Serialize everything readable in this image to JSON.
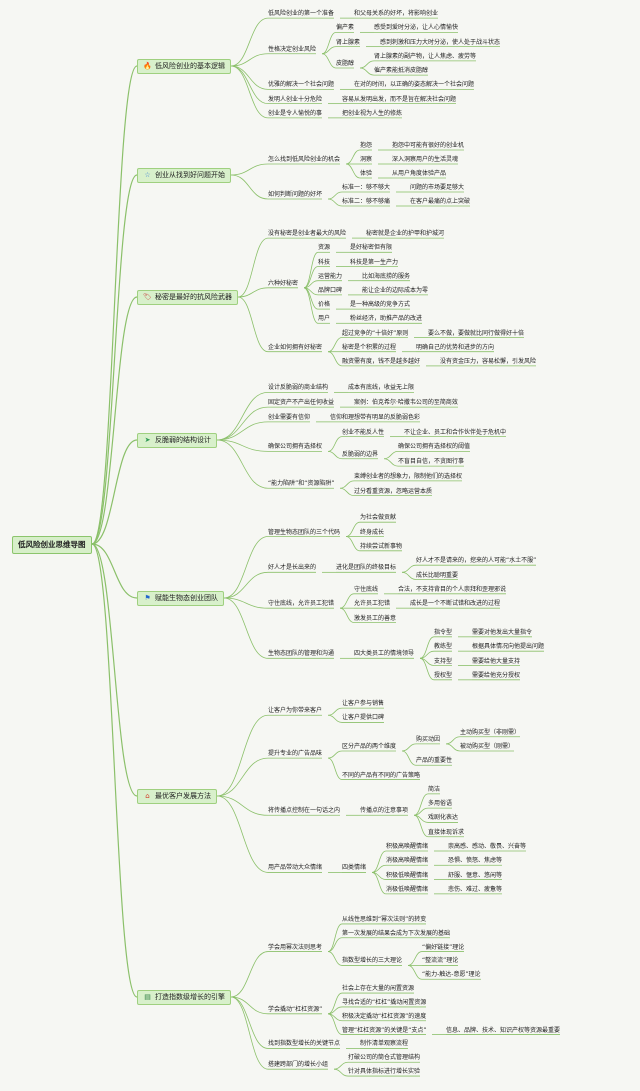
{
  "root": "低风险创业思维导图",
  "branches": [
    {
      "label": "低风险创业的基本逻辑",
      "icon": "fire-icon",
      "children": [
        {
          "text": "低风险创业的第一个准备",
          "children": [
            {
              "text": "和父母关系的好坏，将影响创业"
            }
          ]
        },
        {
          "text": "性格决定创业风险",
          "children": [
            {
              "text": "偏产素",
              "children": [
                {
                  "text": "感受到爱时分泌，让人心情愉快"
                }
              ]
            },
            {
              "text": "肾上腺素",
              "children": [
                {
                  "text": "感到刺激和压力大时分泌，使人处于战斗状态"
                }
              ]
            },
            {
              "text": "皮脂醇",
              "children": [
                {
                  "text": "肾上腺素的副产物，让人焦虑、疲劳等"
                },
                {
                  "text": "催产素能抵消皮脂醇"
                }
              ]
            }
          ]
        },
        {
          "text": "优雅的解决一个社会问题",
          "children": [
            {
              "text": "在对的时间，以正确的姿态解决一个社会问题"
            }
          ]
        },
        {
          "text": "发明人创业十分危险",
          "children": [
            {
              "text": "容易从发明出发，而不是旨在解决社会问题"
            }
          ]
        },
        {
          "text": "创业是令人愉悦的事",
          "children": [
            {
              "text": "把创业视为人生的修炼"
            }
          ]
        }
      ]
    },
    {
      "label": "创业从找到好问题开始",
      "icon": "star-icon",
      "children": [
        {
          "text": "怎么找到低风险创业的机会",
          "children": [
            {
              "text": "抱怨",
              "children": [
                {
                  "text": "抱怨中可能有很好的创业机"
                }
              ]
            },
            {
              "text": "洞察",
              "children": [
                {
                  "text": "深入洞察用户的生活灵魂"
                }
              ]
            },
            {
              "text": "体验",
              "children": [
                {
                  "text": "从用户角度体验产品"
                }
              ]
            }
          ]
        },
        {
          "text": "如何判断问题的好坏",
          "children": [
            {
              "text": "标准一：够不够大",
              "children": [
                {
                  "text": "问题的市场要足够大"
                }
              ]
            },
            {
              "text": "标准二：够不够痛",
              "children": [
                {
                  "text": "在客户最痛的点上突破"
                }
              ]
            }
          ]
        }
      ]
    },
    {
      "label": "秘密是最好的抗风险武器",
      "icon": "tag-icon",
      "children": [
        {
          "text": "没有秘密是创业者最大的风险",
          "children": [
            {
              "text": "秘密就是企业的护甲和护城河"
            }
          ]
        },
        {
          "text": "六种好秘密",
          "children": [
            {
              "text": "资源",
              "children": [
                {
                  "text": "是好秘密但有限"
                }
              ]
            },
            {
              "text": "科技",
              "children": [
                {
                  "text": "科技是第一生产力"
                }
              ]
            },
            {
              "text": "运营能力",
              "children": [
                {
                  "text": "比如海底捞的服务"
                }
              ]
            },
            {
              "text": "品牌口碑",
              "children": [
                {
                  "text": "能让企业的边际成本为零"
                }
              ]
            },
            {
              "text": "价格",
              "children": [
                {
                  "text": "是一种高级的竞争方式"
                }
              ]
            },
            {
              "text": "用户",
              "children": [
                {
                  "text": "粉丝经济，助推产品的改进"
                }
              ]
            }
          ]
        },
        {
          "text": "企业如何拥有好秘密",
          "children": [
            {
              "text": "超过竞争的“十倍好”原则",
              "children": [
                {
                  "text": "要么不做，要做就比同行做得好十倍"
                }
              ]
            },
            {
              "text": "秘密是个积累的过程",
              "children": [
                {
                  "text": "明确自己的优势和进步的方向"
                }
              ]
            },
            {
              "text": "融资需有度，钱不是越多越好",
              "children": [
                {
                  "text": "没有资金压力，容易松懈，引发风险"
                }
              ]
            }
          ]
        }
      ]
    },
    {
      "label": "反脆弱的结构设计",
      "icon": "send-icon",
      "children": [
        {
          "text": "设计反脆弱的商业结构",
          "children": [
            {
              "text": "成本有底线，收益无上限"
            }
          ]
        },
        {
          "text": "固定资产不产出任何收益",
          "children": [
            {
              "text": "案例：伯克希尔·哈撒韦公司的至简商效"
            }
          ]
        },
        {
          "text": "创业需要有信仰",
          "children": [
            {
              "text": "信仰和理想带有明显的反脆弱色彩"
            }
          ]
        },
        {
          "text": "确保公司拥有选择权",
          "children": [
            {
              "text": "创业不能反人性",
              "children": [
                {
                  "text": "不让企业、员工和合作伙伴处于危机中"
                }
              ]
            },
            {
              "text": "反脆弱的边界",
              "children": [
                {
                  "text": "确保公司拥有选择权的阈值"
                },
                {
                  "text": "不盲目自信，不贪图行事"
                }
              ]
            }
          ]
        },
        {
          "text": "“能力陷阱”和“资源陷阱”",
          "children": [
            {
              "text": "束缚创业者的想象力，限制他们的选择权"
            },
            {
              "text": "过分看重资源，忽略运营本质"
            }
          ]
        }
      ]
    },
    {
      "label": "赋能生物态创业团队",
      "icon": "flag-icon",
      "children": [
        {
          "text": "管理生物态团队的三个代码",
          "children": [
            {
              "text": "为社会做贡献"
            },
            {
              "text": "终身成长"
            },
            {
              "text": "持续尝试新事物"
            }
          ]
        },
        {
          "text": "好人才是长出来的",
          "children": [
            {
              "text": "进化是团队的终极目标",
              "children": [
                {
                  "text": "好人才不是请来的，挖来的人可能“水土不服”"
                },
                {
                  "text": "成长比聪明重要"
                }
              ]
            }
          ]
        },
        {
          "text": "守住底线，允许员工犯错",
          "children": [
            {
              "text": "守住底线",
              "children": [
                {
                  "text": "合法，不支持背目的个人崇拜和歪理邪说"
                }
              ]
            },
            {
              "text": "允许员工犯错",
              "children": [
                {
                  "text": "成长是一个不断试错和改进的过程"
                }
              ]
            },
            {
              "text": "激发员工的善意",
              "children": []
            }
          ]
        },
        {
          "text": "生物态团队的管理和沟通",
          "children": [
            {
              "text": "四大类员工的情境领导",
              "children": [
                {
                  "text": "指令型",
                  "children": [
                    {
                      "text": "需要对他发出大量指令"
                    }
                  ]
                },
                {
                  "text": "教练型",
                  "children": [
                    {
                      "text": "根据具体情况向他提出问题"
                    }
                  ]
                },
                {
                  "text": "支持型",
                  "children": [
                    {
                      "text": "需要给他大量支持"
                    }
                  ]
                },
                {
                  "text": "授权型",
                  "children": [
                    {
                      "text": "需要给他充分授权"
                    }
                  ]
                }
              ]
            }
          ]
        }
      ]
    },
    {
      "label": "最优客户发展方法",
      "icon": "home-icon",
      "children": [
        {
          "text": "让客户为你带来客户",
          "children": [
            {
              "text": "让客户参与销售"
            },
            {
              "text": "让客户提供口碑"
            }
          ]
        },
        {
          "text": "提升专业的广告品味",
          "children": [
            {
              "text": "区分产品的两个维度",
              "children": [
                {
                  "text": "购买动因",
                  "children": [
                    {
                      "text": "主动购买型（非刚需）"
                    },
                    {
                      "text": "被动购买型（刚需）"
                    }
                  ]
                },
                {
                  "text": "产品的重要性",
                  "children": []
                }
              ]
            },
            {
              "text": "不同的产品有不同的广告策略",
              "children": []
            }
          ]
        },
        {
          "text": "将传播点控制在一句话之内",
          "children": [
            {
              "text": "传播点的注意事项",
              "children": [
                {
                  "text": "简洁"
                },
                {
                  "text": "多用俗语"
                },
                {
                  "text": "戏剧化表达"
                },
                {
                  "text": "直接体现诉求"
                }
              ]
            }
          ]
        },
        {
          "text": "用产品带动大众情绪",
          "children": [
            {
              "text": "四类情绪",
              "children": [
                {
                  "text": "积极高唤醒情绪",
                  "children": [
                    {
                      "text": "崇高感、感动、敬畏、兴奋等"
                    }
                  ]
                },
                {
                  "text": "消极高唤醒情绪",
                  "children": [
                    {
                      "text": "恐惧、愤怒、焦虑等"
                    }
                  ]
                },
                {
                  "text": "积极低唤醒情绪",
                  "children": [
                    {
                      "text": "舒服、惬意、悠闲等"
                    }
                  ]
                },
                {
                  "text": "消极低唤醒情绪",
                  "children": [
                    {
                      "text": "悲伤、难过、疲惫等"
                    }
                  ]
                }
              ]
            }
          ]
        }
      ]
    },
    {
      "label": "打造指数级增长的引擎",
      "icon": "bar-chart-icon",
      "children": [
        {
          "text": "学会用幂次法则思考",
          "children": [
            {
              "text": "从线性思维到“幂次法则”的转变",
              "children": []
            },
            {
              "text": "第一次发展的结果会成为下次发展的基础",
              "children": []
            },
            {
              "text": "指数型增长的三大理论",
              "children": [
                {
                  "text": "“偏好链接”理论"
                },
                {
                  "text": "“整流流”理论"
                },
                {
                  "text": "“能力-触达-意愿”理论"
                }
              ]
            }
          ]
        },
        {
          "text": "学会撬动“杠杠资源”",
          "children": [
            {
              "text": "社会上存在大量的闲置资源",
              "children": []
            },
            {
              "text": "寻找合适的“杠杠”撬动闲置资源",
              "children": []
            },
            {
              "text": "积极决定撬动“杠杠资源”的速度",
              "children": []
            },
            {
              "text": "管理“杠杠资源”的关键是“支点”",
              "children": [
                {
                  "text": "信息、品牌、技术、知识产权等资源最重要"
                }
              ]
            }
          ]
        },
        {
          "text": "找到指数型增长的关键节点",
          "children": [
            {
              "text": "制作清单观察流程"
            }
          ]
        },
        {
          "text": "搭建跨部门的增长小组",
          "children": [
            {
              "text": "打破公司的筒仓式管理结构"
            },
            {
              "text": "针对具体指标进行增长实验"
            }
          ]
        }
      ]
    }
  ]
}
